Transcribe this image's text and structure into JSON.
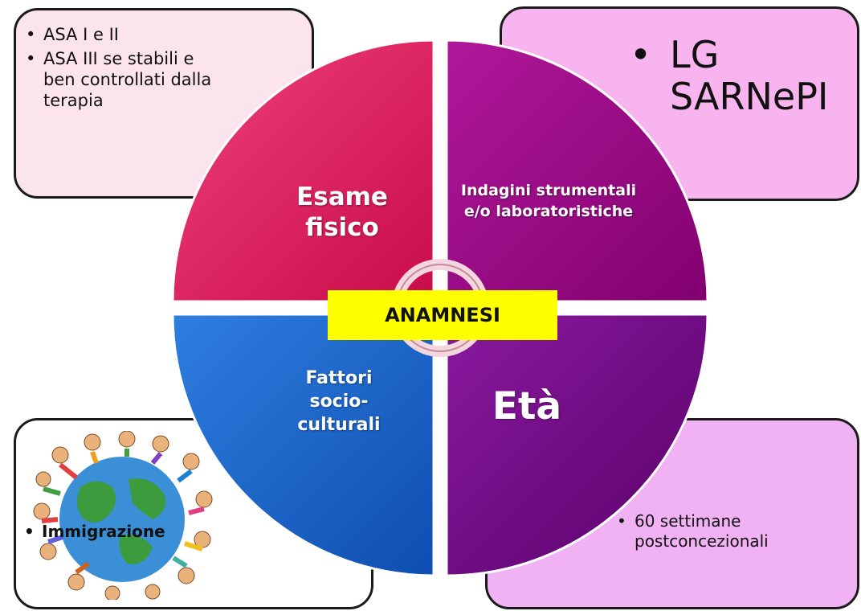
{
  "top_left": {
    "items": [
      "ASA I e II",
      "ASA III se stabili e ben controllati dalla terapia"
    ]
  },
  "top_right": {
    "items": [
      "LG SARNePI"
    ]
  },
  "bottom_left": {
    "items": [
      "Immigrazione"
    ]
  },
  "bottom_right": {
    "items": [
      "60 settimane postconcezionali"
    ]
  },
  "wheel": {
    "center": "ANAMNESI",
    "segments": {
      "top_left": "Esame fisico",
      "top_right": "Indagini strumentali e/o laboratoristiche",
      "bottom_left": "Fattori socio-culturali",
      "bottom_right": "Età"
    }
  },
  "colors": {
    "esame": "#e3155a",
    "indagini": "#9c0080",
    "fattori": "#1660c8",
    "eta": "#6e0080",
    "center": "#ffff00"
  }
}
